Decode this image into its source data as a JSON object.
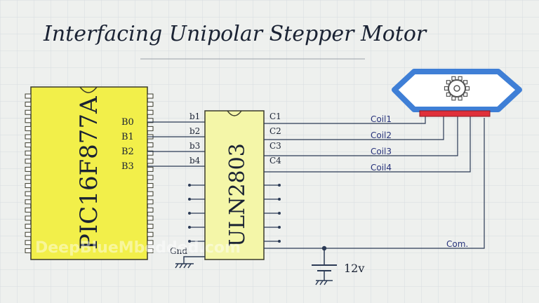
{
  "title": "Interfacing Unipolar Stepper Motor",
  "pic": {
    "label": "PIC16F877A",
    "pins": [
      "B0",
      "B1",
      "B2",
      "B3"
    ],
    "gnd_label": "Gnd"
  },
  "driver": {
    "label": "ULN2803",
    "inputs": [
      "b1",
      "b2",
      "b3",
      "b4"
    ],
    "outputs": [
      "C1",
      "C2",
      "C3",
      "C4"
    ]
  },
  "coils": [
    "Coil1",
    "Coil2",
    "Coil3",
    "Coil4"
  ],
  "common_label": "Com.",
  "supply_label": "12v",
  "watermark": "DeepBlueMbedded.com",
  "colors": {
    "pic_fill": "#f2ef4a",
    "driver_fill": "#f4f6a8",
    "motor_outline": "#3f7fd6",
    "motor_bar": "#e0303a",
    "wire": "#2b3a55",
    "grid": "#d7dbe0"
  }
}
